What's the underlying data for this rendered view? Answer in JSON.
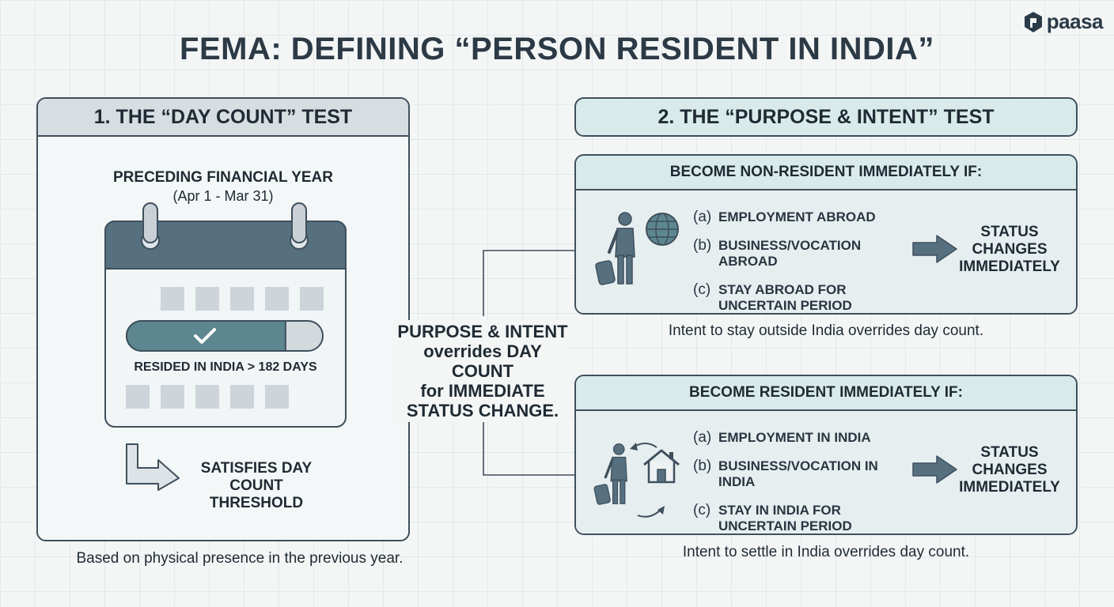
{
  "brand": {
    "name": "paasa"
  },
  "title": "FEMA: DEFINING “PERSON RESIDENT IN INDIA”",
  "day_count": {
    "header": "1. THE “DAY COUNT” TEST",
    "period_title": "PRECEDING FINANCIAL YEAR",
    "period_range": "(Apr 1 - Mar 31)",
    "progress_fraction": 0.81,
    "resided_label": "RESIDED IN INDIA > 182 DAYS",
    "result_label_line1": "SATISFIES DAY COUNT",
    "result_label_line2": "THRESHOLD",
    "caption": "Based on physical presence in the previous year."
  },
  "middle_note": {
    "line1": "PURPOSE & INTENT",
    "line2": "overrides DAY COUNT",
    "line3": "for IMMEDIATE",
    "line4": "STATUS CHANGE."
  },
  "intent_test": {
    "header": "2. THE “PURPOSE & INTENT” TEST",
    "non_resident": {
      "header": "BECOME NON-RESIDENT IMMEDIATELY IF:",
      "items": [
        {
          "letter": "(a)",
          "text": "EMPLOYMENT ABROAD"
        },
        {
          "letter": "(b)",
          "text": "BUSINESS/VOCATION ABROAD"
        },
        {
          "letter": "(c)",
          "text": "STAY ABROAD FOR UNCERTAIN PERIOD"
        }
      ],
      "status": {
        "line1": "STATUS",
        "line2": "CHANGES",
        "line3": "IMMEDIATELY"
      },
      "caption": "Intent to stay outside India overrides day count."
    },
    "resident": {
      "header": "BECOME RESIDENT IMMEDIATELY IF:",
      "items": [
        {
          "letter": "(a)",
          "text": "EMPLOYMENT IN INDIA"
        },
        {
          "letter": "(b)",
          "text": "BUSINESS/VOCATION IN INDIA"
        },
        {
          "letter": "(c)",
          "text": "STAY IN INDIA FOR UNCERTAIN PERIOD"
        }
      ],
      "status": {
        "line1": "STATUS",
        "line2": "CHANGES",
        "line3": "IMMEDIATELY"
      },
      "caption": "Intent to settle in India overrides day count."
    }
  },
  "icons": {
    "logo": "paasa-logo-icon",
    "calendar": "calendar-icon",
    "check": "check-icon",
    "elbow_arrow": "elbow-arrow-icon",
    "traveler": "traveler-with-luggage-icon",
    "globe": "globe-icon",
    "house": "house-icon",
    "cycle_arrows": "cycle-arrows-icon",
    "right_arrow": "right-arrow-icon"
  },
  "colors": {
    "slate": "#56707f",
    "teal_fill": "#5d8790",
    "header_teal": "#d8ebea",
    "header_grey": "#d7dee2",
    "outline": "#3f4f5c"
  }
}
